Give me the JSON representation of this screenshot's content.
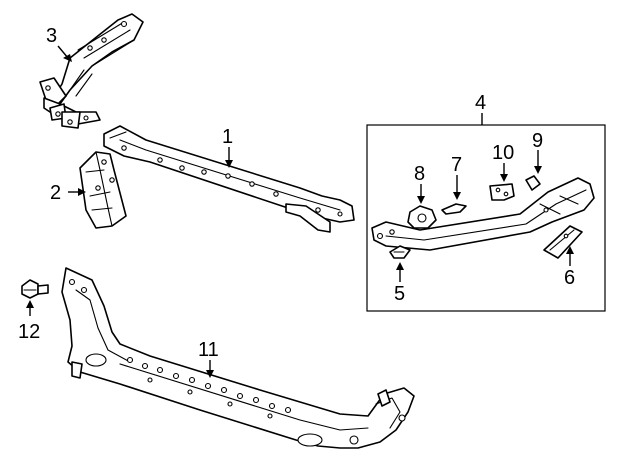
{
  "callouts": {
    "c1": "1",
    "c2": "2",
    "c3": "3",
    "c4": "4",
    "c5": "5",
    "c6": "6",
    "c7": "7",
    "c8": "8",
    "c9": "9",
    "c10": "10",
    "c11": "11",
    "c12": "12"
  },
  "colors": {
    "line": "#000000",
    "background": "#ffffff"
  }
}
